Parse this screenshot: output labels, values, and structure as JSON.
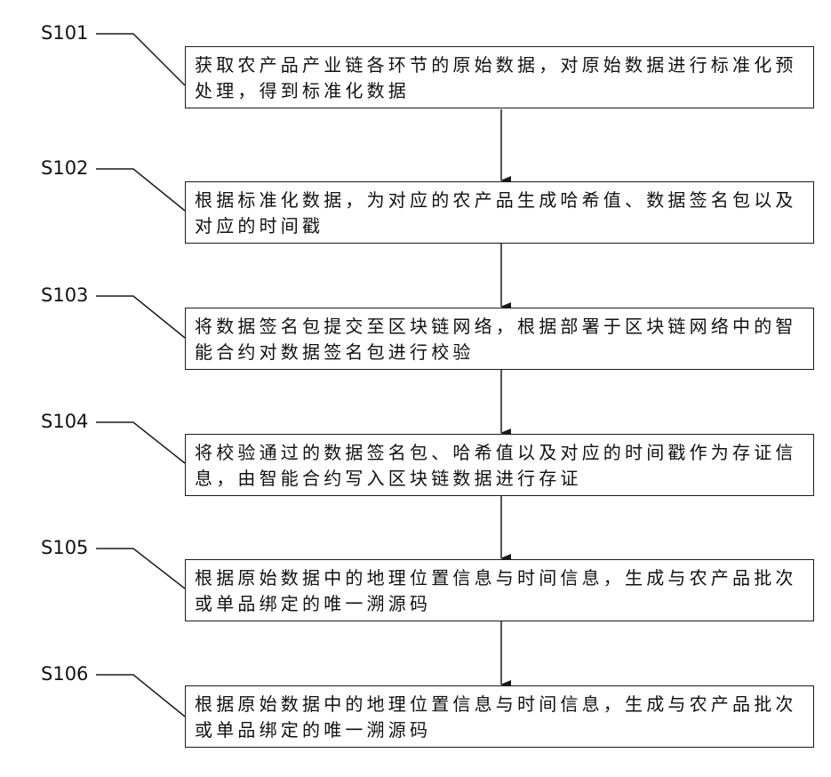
{
  "flowchart": {
    "steps": [
      {
        "label": "S101",
        "text": "获取农产品产业链各环节的原始数据，对原始数据进行标准化预处理，得到标准化数据"
      },
      {
        "label": "S102",
        "text": "根据标准化数据，为对应的农产品生成哈希值、数据签名包以及对应的时间戳"
      },
      {
        "label": "S103",
        "text": "将数据签名包提交至区块链网络，根据部署于区块链网络中的智能合约对数据签名包进行校验"
      },
      {
        "label": "S104",
        "text": "将校验通过的数据签名包、哈希值以及对应的时间戳作为存证信息，由智能合约写入区块链数据进行存证"
      },
      {
        "label": "S105",
        "text": "根据原始数据中的地理位置信息与时间信息，生成与农产品批次或单品绑定的唯一溯源码"
      },
      {
        "label": "S106",
        "text": "根据原始数据中的地理位置信息与时间信息，生成与农产品批次或单品绑定的唯一溯源码"
      }
    ]
  }
}
